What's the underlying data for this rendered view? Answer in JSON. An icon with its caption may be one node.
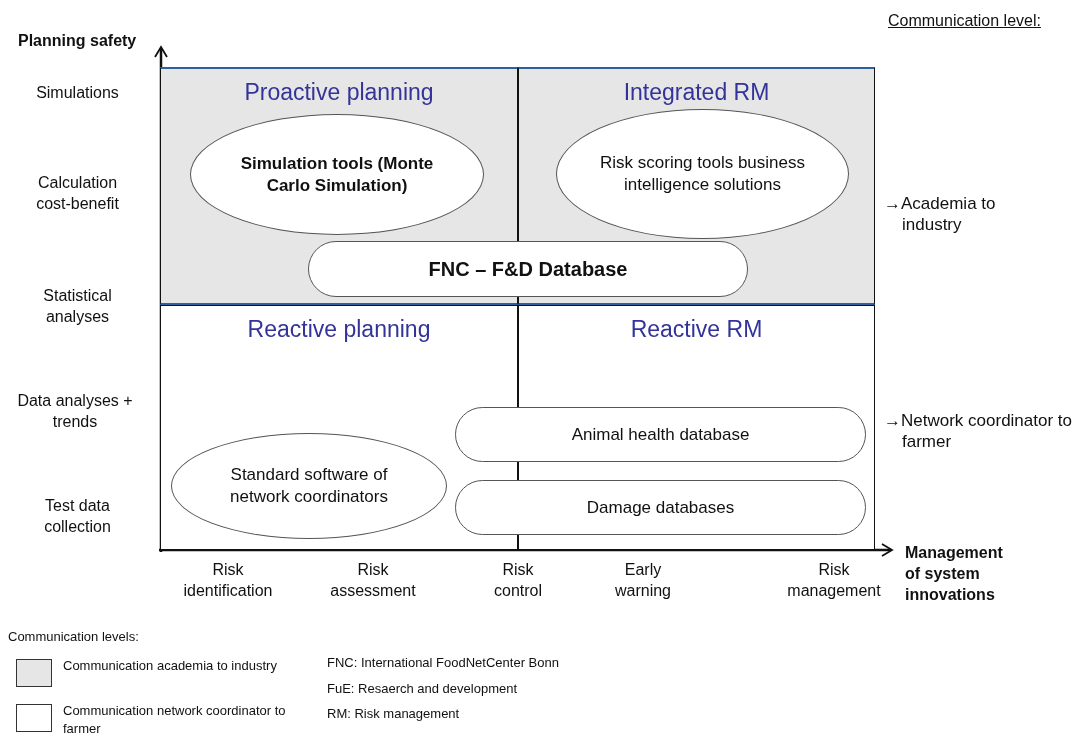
{
  "diagram": {
    "nodes": [
      {
        "text": [
          "Proactive planning"
        ]
      },
      {
        "text": [
          "Simulation tools (Monte Carlo Simulation)"
        ],
        "in": 0
      },
      {
        "text": [
          "Integrated RM"
        ]
      },
      {
        "text": [
          "Risk scoring tools business intelligence solutions"
        ],
        "in": 2
      },
      {
        "text": [
          "FNC – F&D Database"
        ]
      },
      {
        "text": [
          "Reactive planning"
        ]
      },
      {
        "text": [
          "Reactive RM"
        ]
      },
      {
        "text": [
          "Animal health database"
        ]
      },
      {
        "text": [
          "Standard software of network coordinators"
        ],
        "in": 5
      },
      {
        "text": [
          "Damage databases"
        ]
      }
    ],
    "edges": [],
    "labels": [
      "Planning safety",
      "Communication level:",
      "Simulations",
      "Calculation cost-benefit",
      "→Academia to industry",
      "Statistical analyses",
      "Data analyses + trends",
      "→Network coordinator to farmer",
      "Test data collection",
      "Risk identification",
      "Risk assessment",
      "Risk control",
      "Early warning",
      "Risk management",
      "Management of system innovations",
      "Communication levels:",
      "FNC: International FoodNetCenter Bonn",
      "FuE: Resaerch and development",
      "RM: Risk management"
    ],
    "legend": [
      {
        "text": "Communication academia to industry",
        "color": "#e6e6e6"
      },
      {
        "text": "Communication network coordinator to farmer",
        "color": "#ffffff"
      }
    ]
  }
}
